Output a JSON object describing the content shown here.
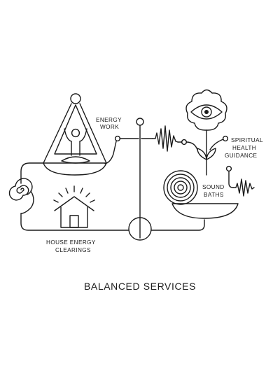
{
  "labels": {
    "energy_work": [
      "ENERGY",
      "WORK"
    ],
    "spiritual_health_guidance": [
      "SPIRITUAL",
      "HEALTH",
      "GUIDANCE"
    ],
    "sound_baths": [
      "SOUND",
      "BATHS"
    ],
    "house_energy_clearings": [
      "HOUSE ENERGY",
      "CLEARINGS"
    ]
  },
  "title": "BALANCED SERVICES",
  "colors": {
    "ink": "#1a1a1a",
    "background": "#ffffff"
  },
  "icons": [
    "meditating-figure-icon",
    "eye-flower-icon",
    "house-icon",
    "spiral-icon",
    "singing-bowl-icon",
    "sound-wave-icon"
  ]
}
